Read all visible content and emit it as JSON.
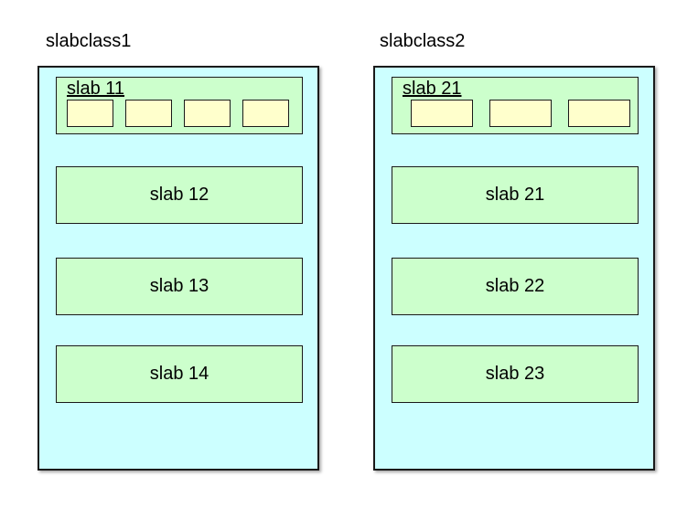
{
  "diagram": {
    "description": "Slab allocation diagram with two slab classes",
    "colors": {
      "container_bg": "#ccffff",
      "slab_bg": "#ccffcc",
      "chunk_bg": "#ffffcc",
      "border": "#1a1a1a",
      "text": "#000000"
    },
    "classes": [
      {
        "title": "slabclass1",
        "top_slab": {
          "label": "slab 11",
          "chunk_count": 4
        },
        "slabs": [
          {
            "label": "slab 12"
          },
          {
            "label": "slab 13"
          },
          {
            "label": "slab 14"
          }
        ]
      },
      {
        "title": "slabclass2",
        "top_slab": {
          "label": "slab 21",
          "chunk_count": 3
        },
        "slabs": [
          {
            "label": "slab 21"
          },
          {
            "label": "slab 22"
          },
          {
            "label": "slab 23"
          }
        ]
      }
    ]
  }
}
